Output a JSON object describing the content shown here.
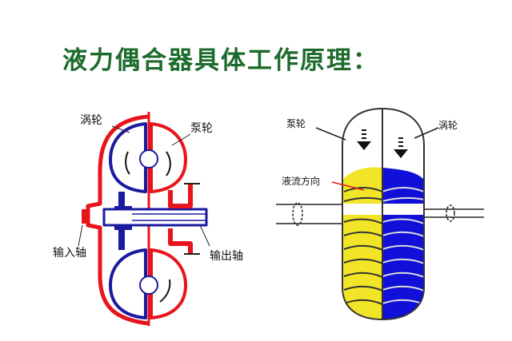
{
  "title": "液力偶合器具体工作原理：",
  "left_diagram": {
    "labels": {
      "turbine": "涡轮",
      "pump": "泵轮",
      "input_shaft": "输入轴",
      "output_shaft": "输出轴"
    }
  },
  "right_diagram": {
    "labels": {
      "pump": "泵轮",
      "turbine": "涡轮",
      "flow_direction": "液流方向"
    }
  },
  "colors": {
    "title": "#1d6b2c",
    "pump": "#e8141c",
    "turbine": "#1a1aa0",
    "pump_fluid": "#f2e528",
    "turbine_fluid": "#1010d8"
  }
}
